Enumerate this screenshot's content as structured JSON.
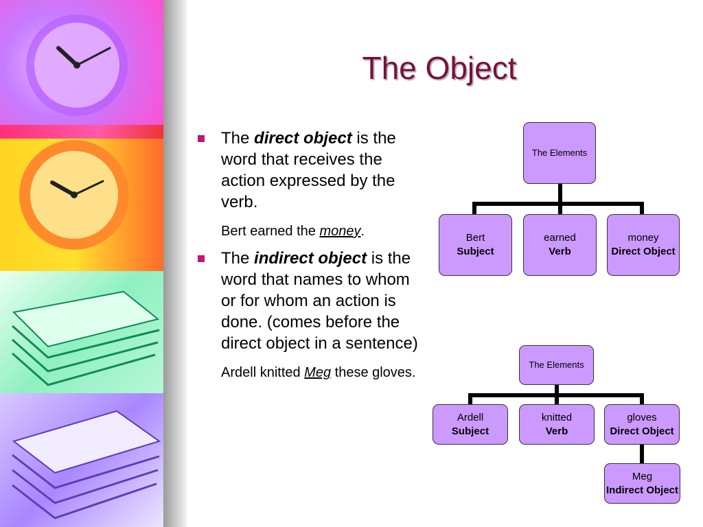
{
  "slide": {
    "title": "The Object"
  },
  "bullets": [
    {
      "pre": "The ",
      "term": "direct object",
      "post": " is the word that receives the action expressed by the verb.",
      "example_pre": "Bert earned the ",
      "example_term": "money",
      "example_post": "."
    },
    {
      "pre": "The ",
      "term": "indirect object",
      "post": " is the word that names to whom or for whom an action is done. (comes before the direct object in a sentence)",
      "example_pre": "Ardell knitted ",
      "example_term": "Meg",
      "example_post": " these gloves."
    }
  ],
  "diagram1": {
    "root": "The Elements",
    "children": [
      {
        "word": "Bert",
        "role": "Subject"
      },
      {
        "word": "earned",
        "role": "Verb"
      },
      {
        "word": "money",
        "role": "Direct Object"
      }
    ]
  },
  "diagram2": {
    "root": "The Elements",
    "children": [
      {
        "word": "Ardell",
        "role": "Subject"
      },
      {
        "word": "knitted",
        "role": "Verb"
      },
      {
        "word": "gloves",
        "role": "Direct Object"
      }
    ],
    "extra": {
      "word": "Meg",
      "role": "Indirect Object"
    }
  },
  "colors": {
    "title": "#7a0f3d",
    "bullet": "#c0157a",
    "node_fill": "#cc99ff",
    "connector": "#000000"
  }
}
